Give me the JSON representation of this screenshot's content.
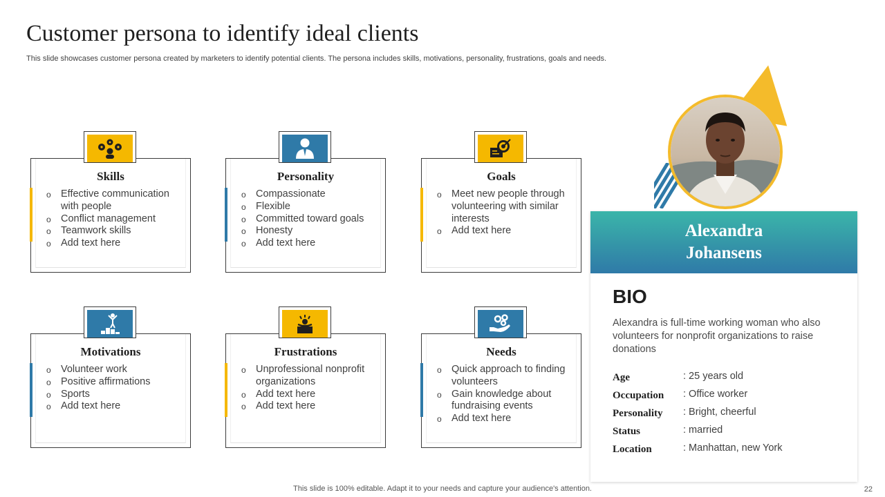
{
  "slide": {
    "title": "Customer persona to identify ideal clients",
    "subtitle": "This slide showcases customer persona created by marketers to identify potential clients. The persona includes skills, motivations, personality, frustrations, goals and needs.",
    "footer": "This slide is 100% editable. Adapt it to your needs and capture your audience's attention.",
    "page_number": "22"
  },
  "colors": {
    "yellow": "#f5b800",
    "blue": "#2f7aa8",
    "teal": "#3bb5a9"
  },
  "cards": [
    {
      "heading": "Skills",
      "icon": "people-network-icon",
      "items": [
        "Effective communication with people",
        "Conflict management",
        "Teamwork skills",
        "Add text here"
      ]
    },
    {
      "heading": "Personality",
      "icon": "businessman-icon",
      "items": [
        "Compassionate",
        "Flexible",
        "Committed toward goals",
        "Honesty",
        "Add text here"
      ]
    },
    {
      "heading": "Goals",
      "icon": "target-icon",
      "items": [
        "Meet new people through volunteering with similar interests",
        "Add text here"
      ]
    },
    {
      "heading": "Motivations",
      "icon": "podium-achievement-icon",
      "items": [
        "Volunteer work",
        "Positive affirmations",
        "Sports",
        "Add text here"
      ]
    },
    {
      "heading": "Frustrations",
      "icon": "frustrated-person-icon",
      "items": [
        "Unprofessional nonprofit organizations",
        "Add text here",
        "Add text here"
      ]
    },
    {
      "heading": "Needs",
      "icon": "hand-gears-icon",
      "items": [
        "Quick approach to finding volunteers",
        "Gain knowledge about fundraising events",
        "Add text here"
      ]
    }
  ],
  "persona": {
    "name_line1": "Alexandra",
    "name_line2": "Johansens",
    "bio_heading": "BIO",
    "bio_text": "Alexandra is full-time working woman who also volunteers for nonprofit organizations to raise donations",
    "attributes": [
      {
        "label": "Age",
        "value": ": 25 years old"
      },
      {
        "label": "Occupation",
        "value": ": Office worker"
      },
      {
        "label": "Personality",
        "value": ": Bright, cheerful"
      },
      {
        "label": "Status",
        "value": ": married"
      },
      {
        "label": "Location",
        "value": ": Manhattan, new York"
      }
    ]
  }
}
